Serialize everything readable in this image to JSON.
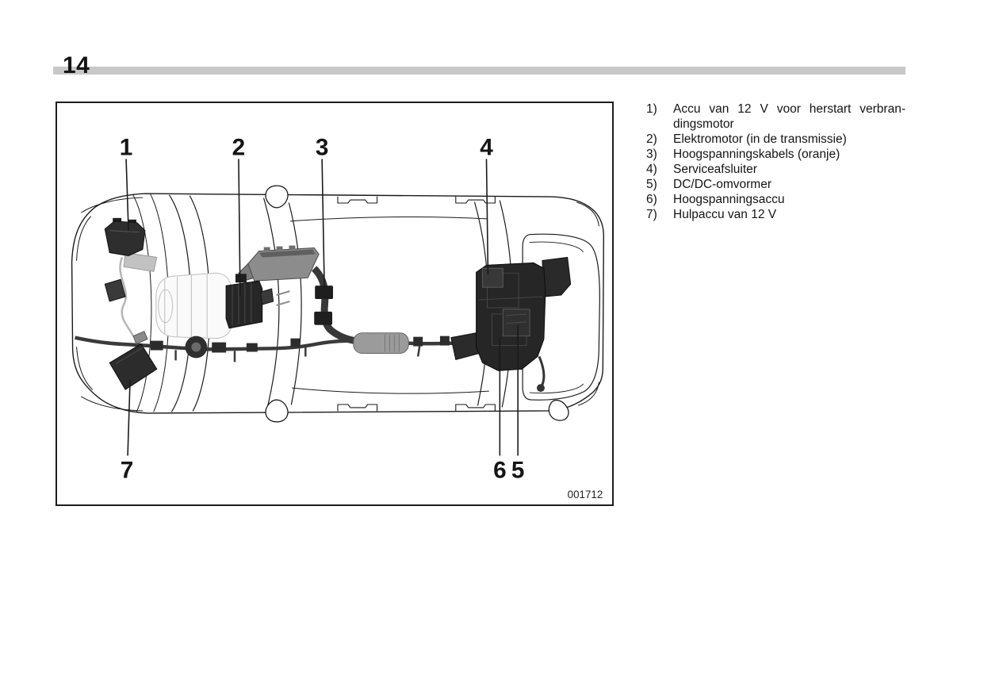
{
  "page": {
    "number": "14"
  },
  "figure": {
    "code": "001712",
    "description": "Top view line drawing of a car showing hybrid drivetrain components with numbered callouts",
    "callouts": {
      "n1": "1",
      "n2": "2",
      "n3": "3",
      "n4": "4",
      "n5": "5",
      "n6": "6",
      "n7": "7"
    }
  },
  "legend": {
    "items": [
      {
        "num": "1)",
        "line1": "Accu van 12 V voor herstart verbran-",
        "line2": "dingsmotor"
      },
      {
        "num": "2)",
        "line1": "Elektromotor (in de transmissie)"
      },
      {
        "num": "3)",
        "line1": "Hoogspanningskabels (oranje)"
      },
      {
        "num": "4)",
        "line1": "Serviceafsluiter"
      },
      {
        "num": "5)",
        "line1": "DC/DC-omvormer"
      },
      {
        "num": "6)",
        "line1": "Hoogspanningsaccu"
      },
      {
        "num": "7)",
        "line1": "Hulpaccu van 12 V"
      }
    ]
  },
  "colors": {
    "header_rule": "#c8c8c8",
    "frame_border": "#1d1d1d",
    "component_dark": "#2a2a2a",
    "component_mid_gray": "#8c8c8c",
    "text": "#141414"
  }
}
